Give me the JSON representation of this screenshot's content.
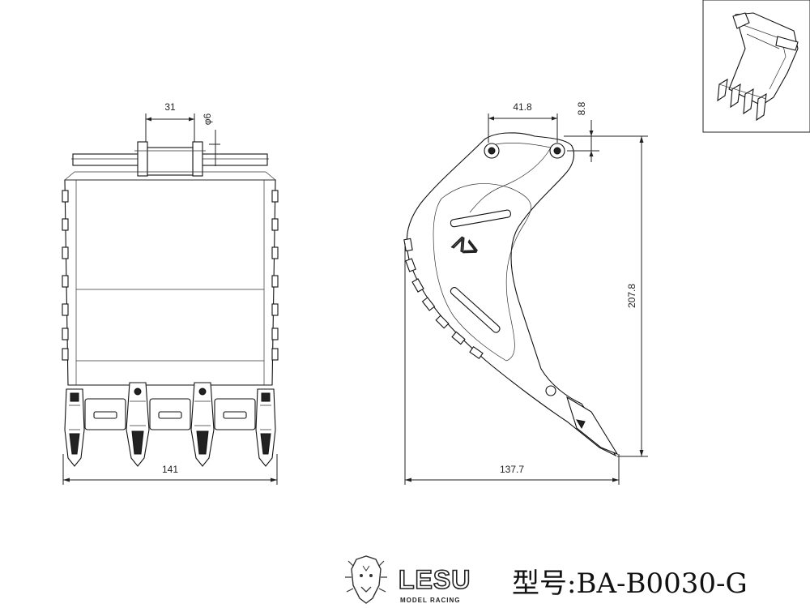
{
  "front_view": {
    "dim_top_width": "31",
    "dim_pin_diameter": "φ6",
    "dim_bottom_width": "141"
  },
  "side_view": {
    "dim_pin_spacing": "41.8",
    "dim_pin_offset": "8.8",
    "dim_height": "207.8",
    "dim_depth": "137.7"
  },
  "brand": {
    "name": "LESU",
    "tagline": "MODEL RACING"
  },
  "model": {
    "label": "型号:BA-B0030-G"
  }
}
